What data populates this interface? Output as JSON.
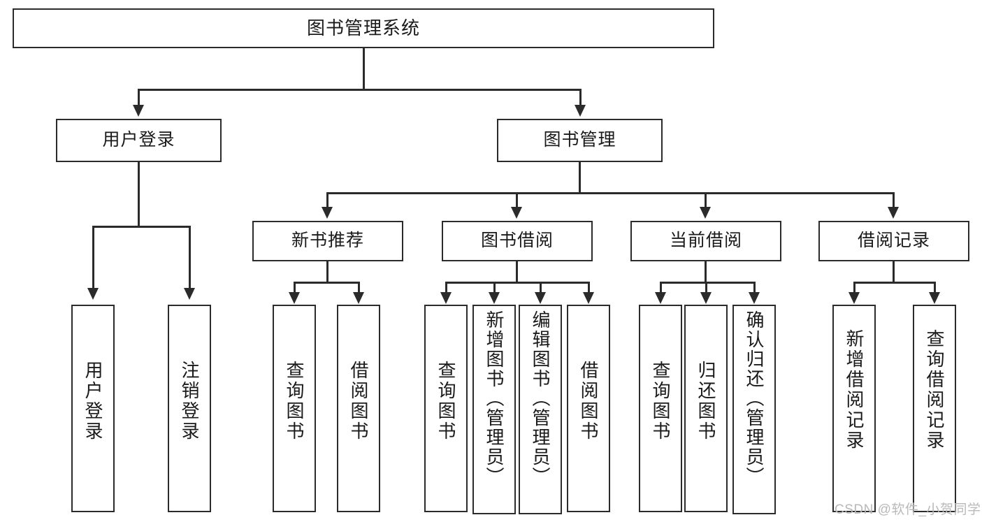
{
  "diagram": {
    "title": "图书管理系统",
    "type": "hierarchy-tree",
    "root": {
      "id": "root",
      "label": "图书管理系统"
    },
    "level2": [
      {
        "id": "user-login",
        "label": "用户登录"
      },
      {
        "id": "book-manage",
        "label": "图书管理"
      }
    ],
    "level3": [
      {
        "id": "new-book-recommend",
        "label": "新书推荐",
        "parent": "book-manage"
      },
      {
        "id": "book-borrow",
        "label": "图书借阅",
        "parent": "book-manage"
      },
      {
        "id": "current-borrow",
        "label": "当前借阅",
        "parent": "book-manage"
      },
      {
        "id": "borrow-record",
        "label": "借阅记录",
        "parent": "book-manage"
      }
    ],
    "leaves": [
      {
        "id": "leaf-user-login",
        "label": "用户登录",
        "parent": "user-login"
      },
      {
        "id": "leaf-user-logout",
        "label": "注销登录",
        "parent": "user-login"
      },
      {
        "id": "leaf-query-book-1",
        "label": "查询图书",
        "parent": "new-book-recommend"
      },
      {
        "id": "leaf-borrow-book-1",
        "label": "借阅图书",
        "parent": "new-book-recommend"
      },
      {
        "id": "leaf-query-book-2",
        "label": "查询图书",
        "parent": "book-borrow"
      },
      {
        "id": "leaf-add-book",
        "label": "新增图书（管理员）",
        "parent": "book-borrow"
      },
      {
        "id": "leaf-edit-book",
        "label": "编辑图书（管理员）",
        "parent": "book-borrow"
      },
      {
        "id": "leaf-borrow-book-2",
        "label": "借阅图书",
        "parent": "book-borrow"
      },
      {
        "id": "leaf-query-book-3",
        "label": "查询图书",
        "parent": "current-borrow"
      },
      {
        "id": "leaf-return-book",
        "label": "归还图书",
        "parent": "current-borrow"
      },
      {
        "id": "leaf-confirm-return",
        "label": "确认归还（管理员）",
        "parent": "current-borrow"
      },
      {
        "id": "leaf-add-record",
        "label": "新增借阅记录",
        "parent": "borrow-record"
      },
      {
        "id": "leaf-query-record",
        "label": "查询借阅记录",
        "parent": "borrow-record"
      }
    ]
  },
  "watermark": {
    "text": "CSDN @软件_小贺同学"
  },
  "colors": {
    "stroke": "#2b2b2b",
    "background": "#ffffff",
    "text": "#1a1a1a",
    "watermark": "#b9b9b9"
  }
}
